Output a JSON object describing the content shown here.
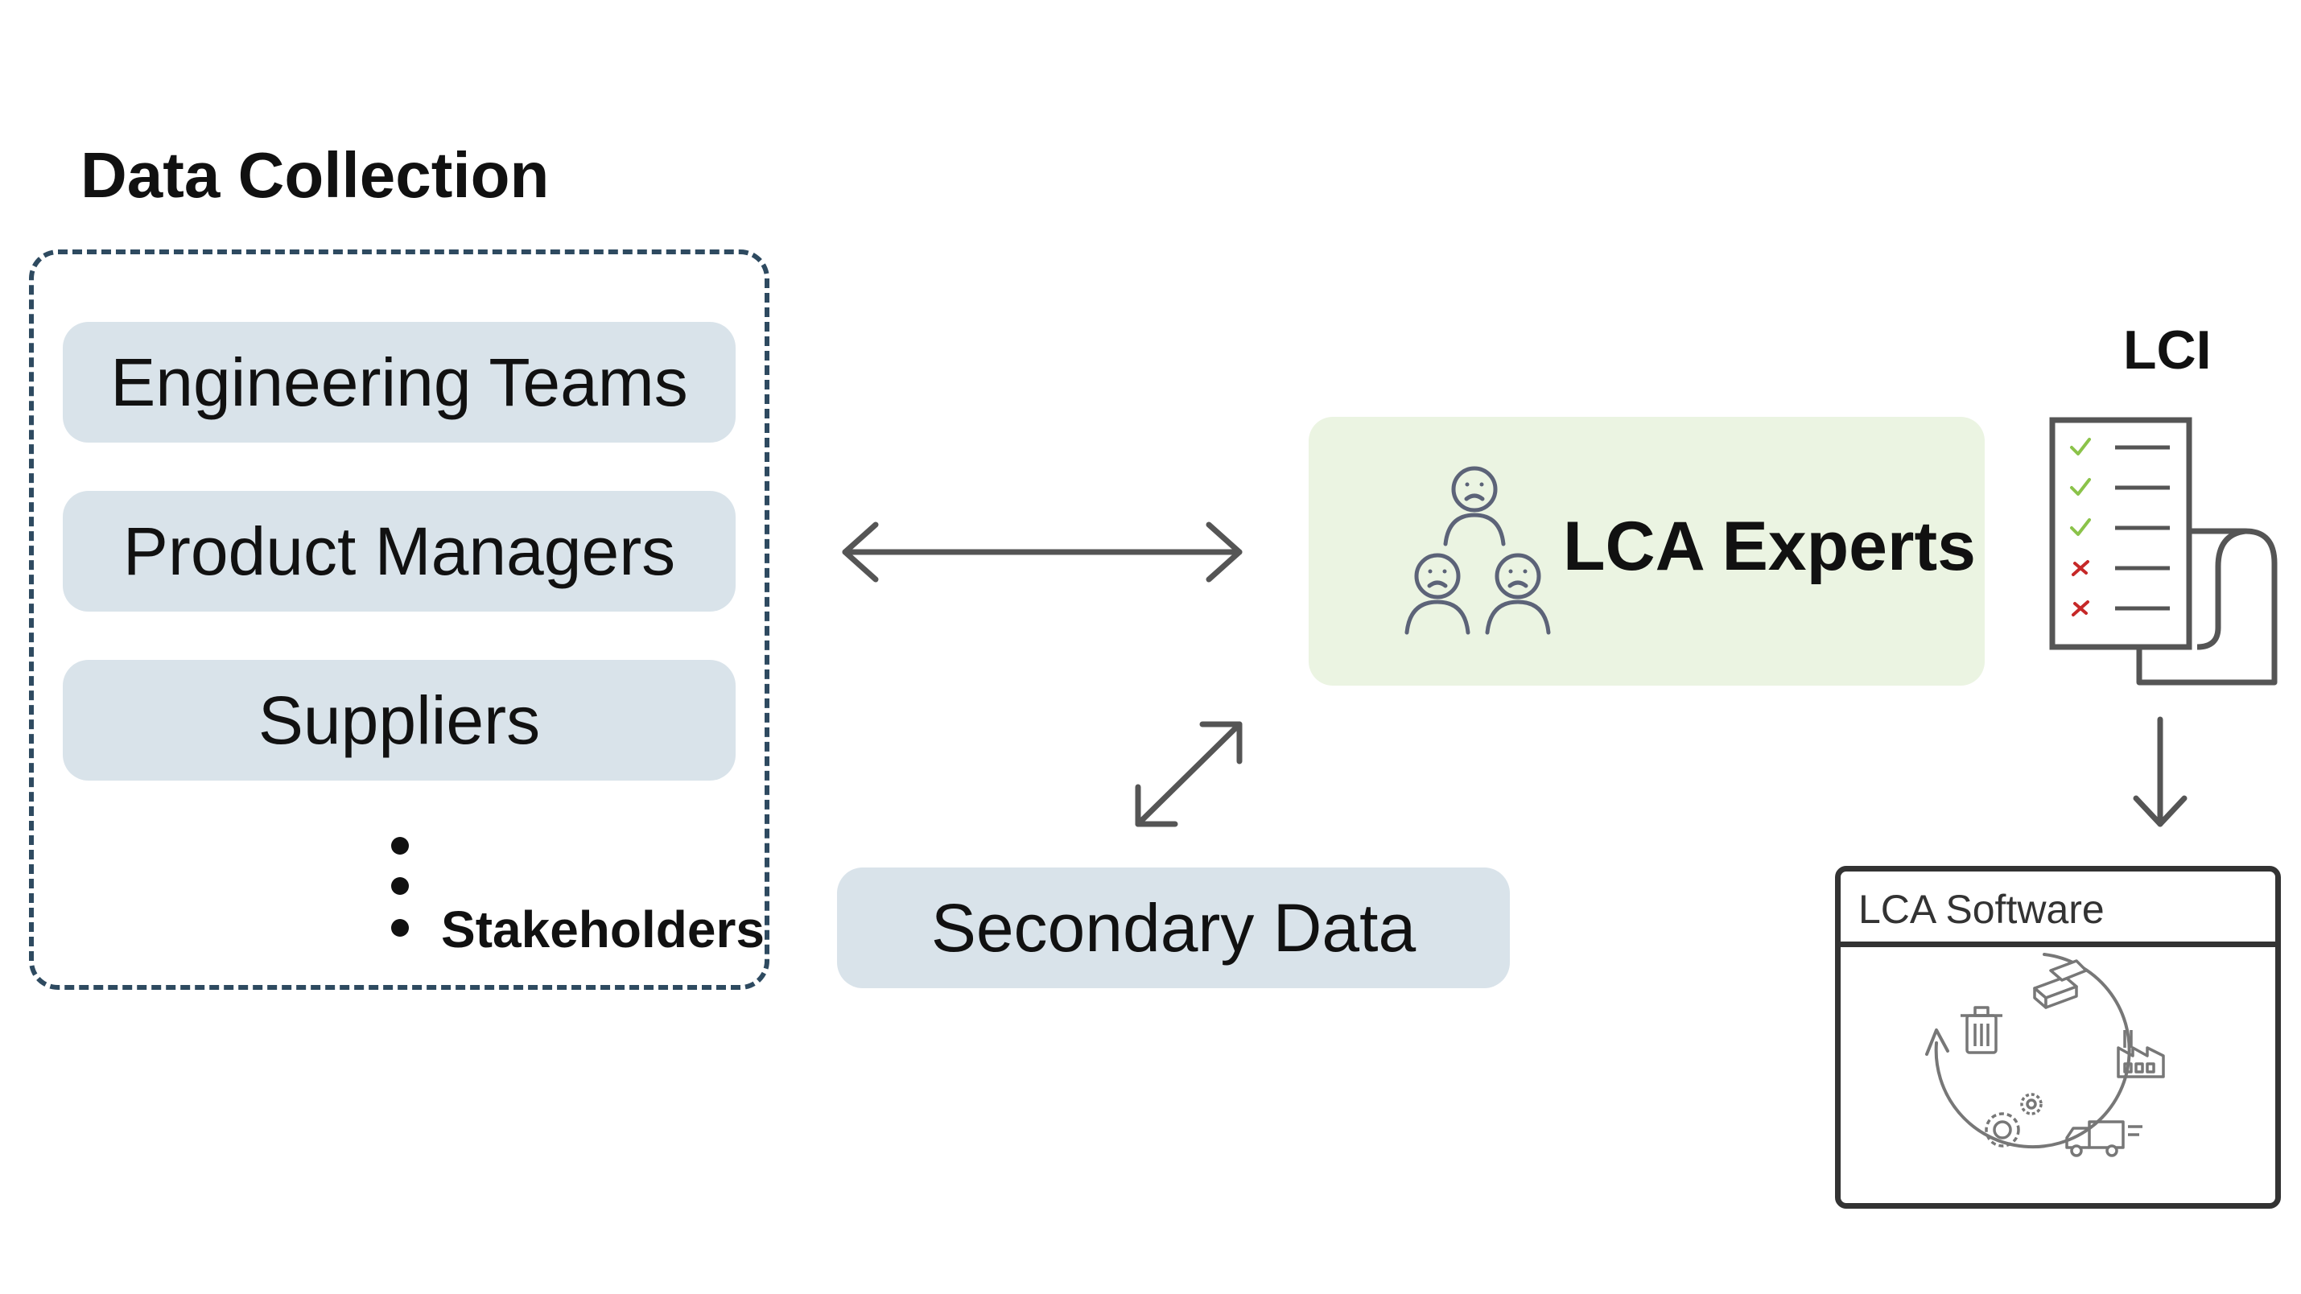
{
  "data_collection": {
    "title": "Data Collection",
    "sources": [
      {
        "label": "Engineering Teams"
      },
      {
        "label": "Product Managers"
      },
      {
        "label": "Suppliers"
      }
    ],
    "more_label": "Stakeholders"
  },
  "secondary_data": {
    "label": "Secondary Data"
  },
  "lca_experts": {
    "label": "LCA Experts",
    "icon": "group-of-sad-people-icon"
  },
  "lci": {
    "label": "LCI",
    "icon": "checklist-document-icon",
    "items": [
      {
        "status": "check"
      },
      {
        "status": "check"
      },
      {
        "status": "check"
      },
      {
        "status": "cross"
      },
      {
        "status": "cross"
      }
    ]
  },
  "lca_software": {
    "label": "LCA Software",
    "lifecycle_icons": [
      "gold-bars-icon",
      "factory-icon",
      "delivery-truck-icon",
      "gears-icon",
      "trash-can-icon"
    ]
  },
  "colors": {
    "pill_fill": "#d9e3ea",
    "experts_fill": "#ebf4e2",
    "dashed_border": "#2e4a60",
    "arrow": "#555555",
    "check": "#8bc34a",
    "cross": "#c62828",
    "person_icon": "#5c6378"
  }
}
